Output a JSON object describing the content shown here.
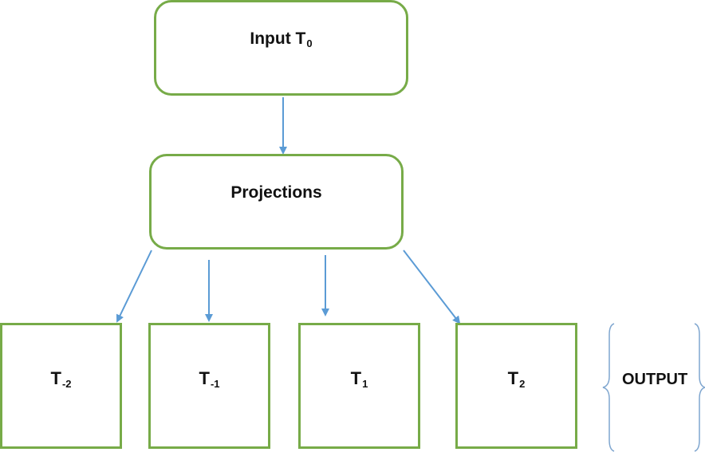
{
  "diagram": {
    "input_box": {
      "label": "Input T",
      "subscript": "0"
    },
    "projections_box": {
      "label": "Projections"
    },
    "output_boxes": [
      {
        "label": "T",
        "subscript": "-2"
      },
      {
        "label": "T",
        "subscript": "-1"
      },
      {
        "label": "T",
        "subscript": "1"
      },
      {
        "label": "T",
        "subscript": "2"
      }
    ],
    "output_label": "OUTPUT",
    "colors": {
      "box_border": "#77ab48",
      "arrow": "#5b9bd5",
      "brace": "#7fa6cf",
      "text": "#111111"
    }
  }
}
